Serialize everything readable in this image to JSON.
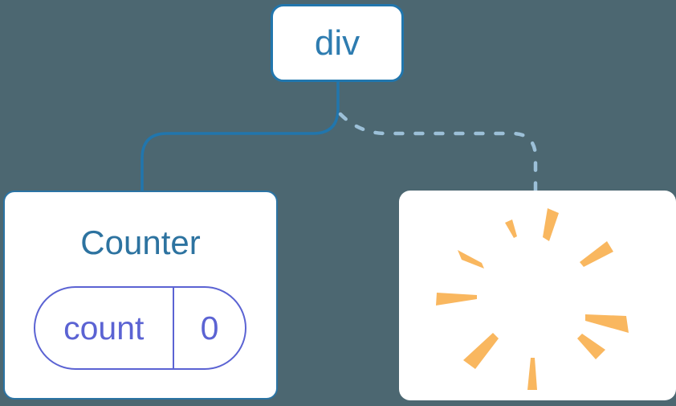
{
  "diagram": {
    "root_node": {
      "label": "div"
    },
    "counter_card": {
      "title": "Counter",
      "state_pill": {
        "key": "count",
        "value": "0"
      }
    },
    "poof_card": {
      "starburst": {
        "color": "#F9B75F",
        "rays": [
          "179,58 185,22 199,28 187,63",
          "132,40 141,36 147,57 143,59",
          "73,74 78,86 106,97 103,90",
          "47,127 46,143 97,135 97,130",
          "80,211 95,222 124,184 117,177",
          "160,248 172,248 169,208 164,208",
          "245,210 257,198 228,178 222,184",
          "283,156 286,177 232,162 232,154",
          "259,63 267,76 230,95 225,89"
        ]
      }
    },
    "colors": {
      "background": "#4C6771",
      "card_bg": "#FFFFFF",
      "node_border": "#2176AD",
      "node_text": "#2E7CB0",
      "card_border": "#2B74A4",
      "title_text": "#2D73A0",
      "pill_color": "#5B63D3",
      "connector_solid": "#2176AD",
      "connector_dashed": "#9CC0D8",
      "burst_color": "#F9B75F"
    }
  }
}
